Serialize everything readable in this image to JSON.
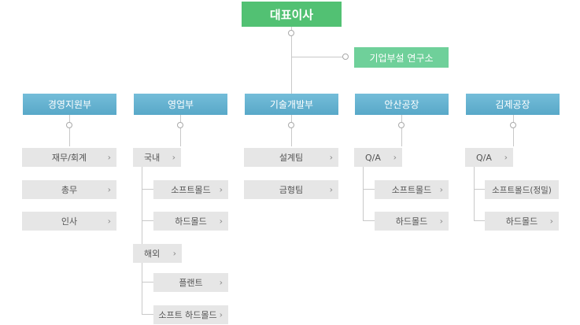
{
  "root": {
    "label": "대표이사"
  },
  "research": {
    "label": "기업부설 연구소"
  },
  "departments": [
    {
      "label": "경영지원부"
    },
    {
      "label": "영업부"
    },
    {
      "label": "기술개발부"
    },
    {
      "label": "안산공장"
    },
    {
      "label": "김제공장"
    }
  ],
  "management": {
    "items": [
      "재무/회계",
      "총무",
      "인사"
    ]
  },
  "sales": {
    "domestic": {
      "label": "국내",
      "items": [
        "소프트몰드",
        "하드몰드"
      ]
    },
    "overseas": {
      "label": "해외",
      "items": [
        "플랜트",
        "소프트 하드몰드"
      ]
    }
  },
  "tech": {
    "items": [
      "설계팀",
      "금형팀"
    ]
  },
  "ansan": {
    "qa": "Q/A",
    "items": [
      "소프트몰드",
      "하드몰드"
    ]
  },
  "gimje": {
    "qa": "Q/A",
    "items": [
      "소프트몰드(정밀)",
      "하드몰드"
    ]
  },
  "chevron_glyph": "›"
}
